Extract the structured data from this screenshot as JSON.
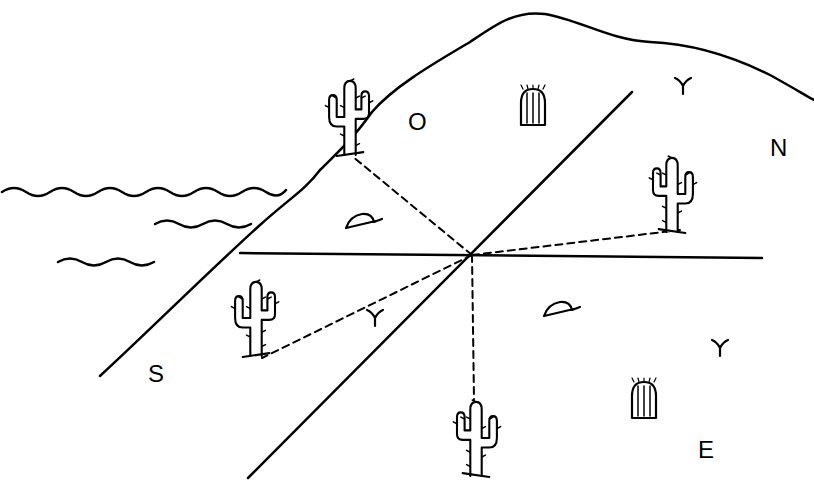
{
  "diagram": {
    "labels": [
      "O",
      "N",
      "S",
      "E"
    ]
  }
}
